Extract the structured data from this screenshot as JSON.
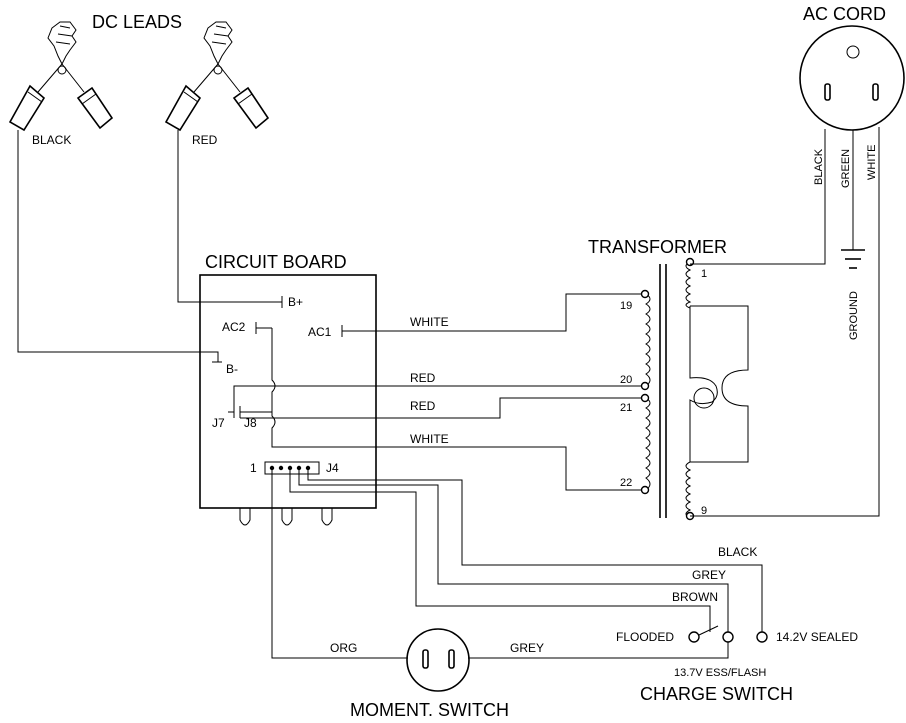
{
  "titles": {
    "dc_leads": "DC LEADS",
    "ac_cord": "AC CORD",
    "circuit_board": "CIRCUIT BOARD",
    "transformer": "TRANSFORMER",
    "moment_switch": "MOMENT. SWITCH",
    "charge_switch": "CHARGE SWITCH"
  },
  "clamps": {
    "black_label": "BLACK",
    "red_label": "RED"
  },
  "ac_cord": {
    "black": "BLACK",
    "green": "GREEN",
    "white": "WHITE",
    "ground": "GROUND"
  },
  "board": {
    "b_plus": "B+",
    "b_minus": "B-",
    "ac1": "AC1",
    "ac2": "AC2",
    "j7": "J7",
    "j8": "J8",
    "j4": "J4",
    "pin1": "1"
  },
  "wires": {
    "white_top": "WHITE",
    "red_top": "RED",
    "red_bottom": "RED",
    "white_bottom": "WHITE",
    "black": "BLACK",
    "grey_top": "GREY",
    "brown": "BROWN",
    "org": "ORG",
    "grey_bottom": "GREY"
  },
  "transformer": {
    "t1": "1",
    "t9": "9",
    "t19": "19",
    "t20": "20",
    "t21": "21",
    "t22": "22"
  },
  "charge_switch": {
    "flooded": "FLOODED",
    "sealed": "14.2V SEALED",
    "ess": "13.7V ESS/FLASH"
  }
}
